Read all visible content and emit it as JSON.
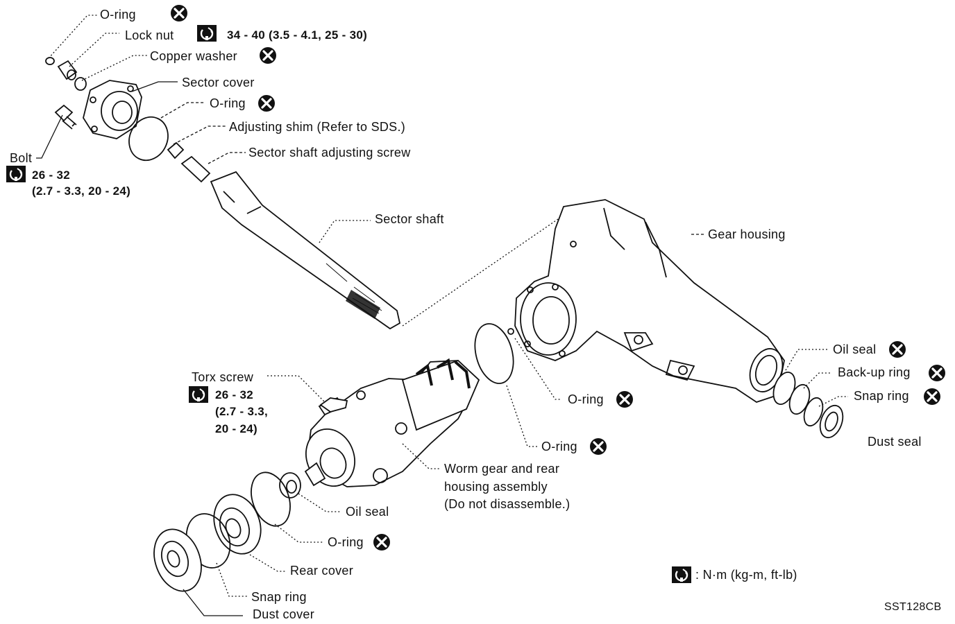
{
  "labels": {
    "oring_top": "O-ring",
    "lock_nut": "Lock nut",
    "lock_nut_torque": "34 - 40 (3.5 - 4.1, 25 - 30)",
    "copper_washer": "Copper washer",
    "sector_cover": "Sector cover",
    "oring_cover": "O-ring",
    "adjusting_shim": "Adjusting shim (Refer to SDS.)",
    "adjusting_screw": "Sector shaft adjusting screw",
    "bolt": "Bolt",
    "bolt_torque_1": "26 - 32",
    "bolt_torque_2": "(2.7 - 3.3, 20 - 24)",
    "sector_shaft": "Sector shaft",
    "gear_housing": "Gear housing",
    "oil_seal_right": "Oil seal",
    "backup_ring": "Back-up ring",
    "snap_ring_right": "Snap ring",
    "dust_seal": "Dust seal",
    "torx_screw": "Torx screw",
    "torx_torque_1": "26 - 32",
    "torx_torque_2": "(2.7 - 3.3,",
    "torx_torque_3": "20 - 24)",
    "oring_housing": "O-ring",
    "oring_mid": "O-ring",
    "worm_gear_1": "Worm gear and rear",
    "worm_gear_2": "housing assembly",
    "worm_gear_3": "(Do not disassemble.)",
    "oil_seal_rear": "Oil seal",
    "oring_rear": "O-ring",
    "rear_cover": "Rear cover",
    "snap_ring_rear": "Snap ring",
    "dust_cover": "Dust cover",
    "legend_units": ": N·m (kg-m, ft-lb)",
    "figure_code": "SST128CB"
  },
  "icons": {
    "replace": "circle-x-icon",
    "torque": "torque-wrench-icon"
  }
}
